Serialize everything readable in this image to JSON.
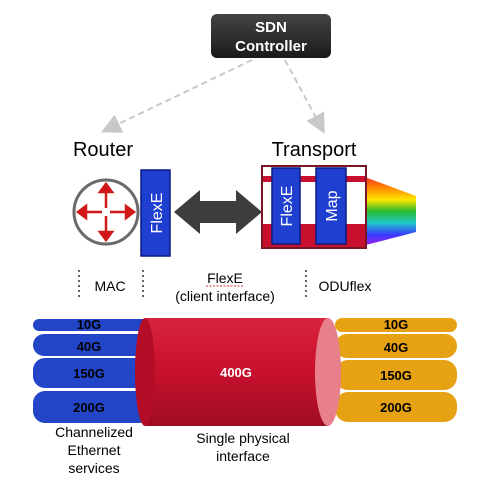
{
  "controller": {
    "line1": "SDN",
    "line2": "Controller"
  },
  "router": {
    "title": "Router",
    "flexe": "FlexE"
  },
  "transport": {
    "title": "Transport",
    "flexe": "FlexE",
    "map": "Map"
  },
  "layers": {
    "mac": "MAC",
    "flexe_line1": "FlexE",
    "flexe_line2": "(client interface)",
    "oduflex": "ODUflex"
  },
  "left_pipes": [
    "10G",
    "40G",
    "150G",
    "200G"
  ],
  "center_pipe": "400G",
  "right_pipes": [
    "10G",
    "40G",
    "150G",
    "200G"
  ],
  "captions": {
    "left": [
      "Channelized",
      "Ethernet",
      "services"
    ],
    "center": [
      "Single physical",
      "interface"
    ]
  },
  "colors": {
    "controller_bg": "#2b2b2b",
    "blue_pipe": "#2346c8",
    "red_pipe": "#c8102e",
    "gold_pipe": "#e6a212",
    "flexe_box": "#1f3fd1",
    "arrow_gray": "#3d3d3d"
  }
}
